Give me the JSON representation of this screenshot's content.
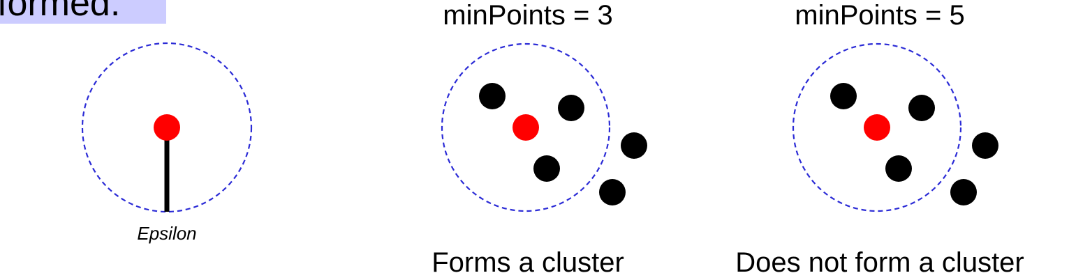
{
  "heading": {
    "text": "formed.",
    "highlight_color": "#ccccff"
  },
  "colors": {
    "circle_stroke": "#2b2bd6",
    "core_point": "#ff0000",
    "neighbor_point": "#000000",
    "radius_line": "#000000"
  },
  "panels": {
    "epsilon": {
      "label": "Epsilon"
    },
    "min3": {
      "title": "minPoints = 3",
      "caption": "Forms a cluster"
    },
    "min5": {
      "title": "minPoints = 5",
      "caption": "Does not form a cluster"
    }
  }
}
